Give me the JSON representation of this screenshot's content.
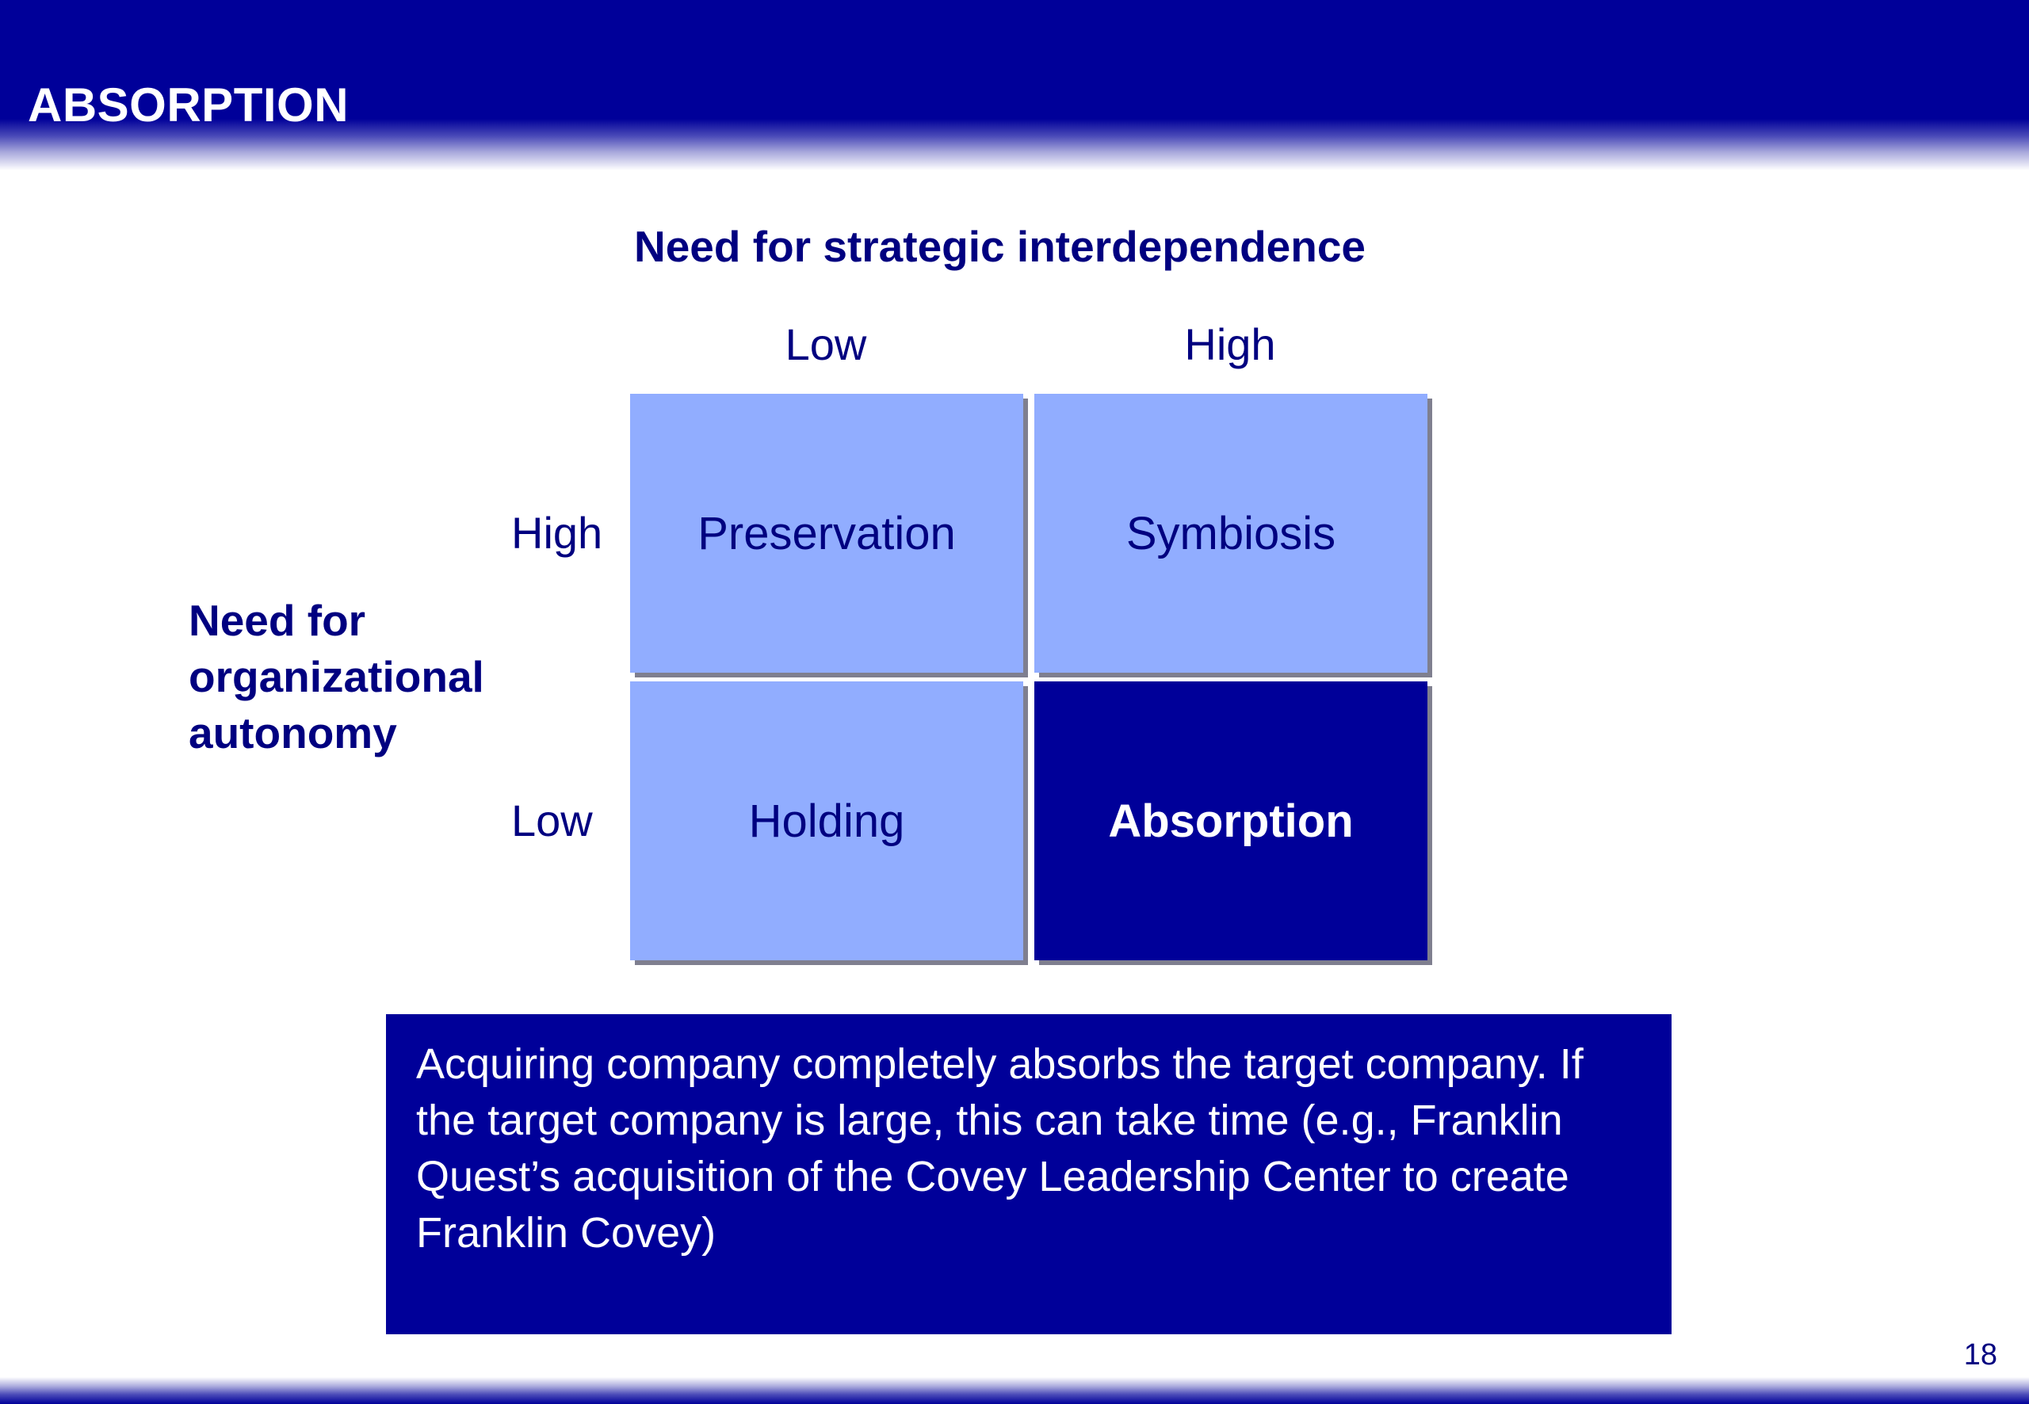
{
  "slide": {
    "title": "ABSORPTION",
    "page_number": "18"
  },
  "matrix": {
    "x_axis_title": "Need for strategic interdependence",
    "x_levels": [
      "Low",
      "High"
    ],
    "y_axis_title": "Need for organizational autonomy",
    "y_levels": [
      "High",
      "Low"
    ],
    "cells": [
      {
        "label": "Preservation",
        "highlighted": false
      },
      {
        "label": "Symbiosis",
        "highlighted": false
      },
      {
        "label": "Holding",
        "highlighted": false
      },
      {
        "label": "Absorption",
        "highlighted": true
      }
    ],
    "colors": {
      "cell": "#91adff",
      "highlight": "#000099",
      "text": "#000080"
    }
  },
  "description": "Acquiring company completely absorbs the target company.  If the target company is large, this can take time (e.g., Franklin Quest’s acquisition of the Covey Leadership Center to create Franklin Covey)"
}
